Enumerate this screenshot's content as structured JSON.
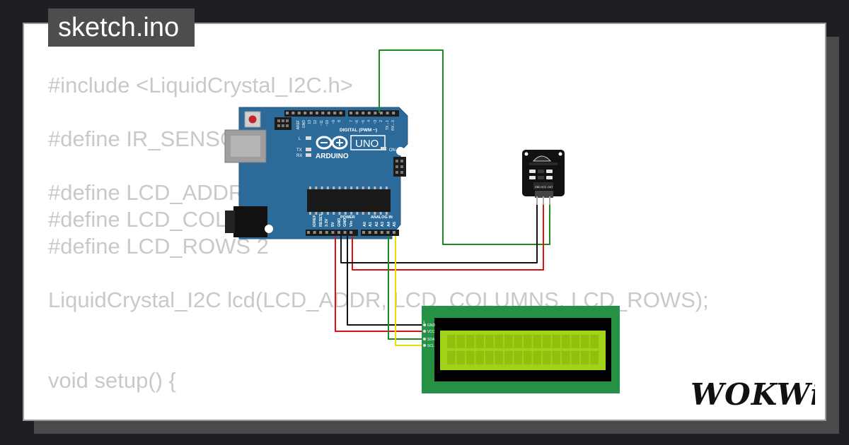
{
  "tab": {
    "filename": "sketch.ino"
  },
  "code_lines": [
    "#include <LiquidCrystal_I2C.h>",
    "",
    "#define IR_SENSOR",
    "",
    "#define LCD_ADDR",
    "#define LCD_COLUMNS",
    "#define LCD_ROWS 2",
    "",
    "LiquidCrystal_I2C lcd(LCD_ADDR, LCD_COLUMNS, LCD_ROWS);",
    "",
    "",
    "void setup() {"
  ],
  "board": {
    "brand": "ARDUINO",
    "model": "UNO",
    "digital_header": "DIGITAL (PWM ~)",
    "analog_header": "ANALOG IN",
    "power_header": "POWER",
    "led_labels": [
      "L",
      "TX",
      "RX",
      "ON"
    ],
    "power_pins": [
      "IOREF",
      "RESET",
      "3.3V",
      "5V",
      "GND",
      "GND",
      "Vin"
    ],
    "analog_pins": [
      "A0",
      "A1",
      "A2",
      "A3",
      "A4",
      "A5"
    ],
    "digital_pins": [
      "AREF",
      "GND",
      "13",
      "12",
      "~11",
      "~10",
      "~9",
      "8",
      "7",
      "~6",
      "~5",
      "4",
      "~3",
      "2",
      "TX→1",
      "RX←0"
    ]
  },
  "ir_sensor": {
    "pins": [
      "GND",
      "VCC",
      "OUT"
    ]
  },
  "lcd": {
    "pins": [
      "GND",
      "VCC",
      "SDA",
      "SCL"
    ],
    "pin_one": "1"
  },
  "brand_logo": {
    "text": "WOKWi"
  },
  "colors": {
    "board": "#2c6a9a",
    "lcd_pcb": "#249145",
    "lcd_screen": "#a0d216",
    "wire_green": "#1c8a1c",
    "wire_red": "#e01010",
    "wire_black": "#111111",
    "wire_yellow": "#e8e000"
  }
}
